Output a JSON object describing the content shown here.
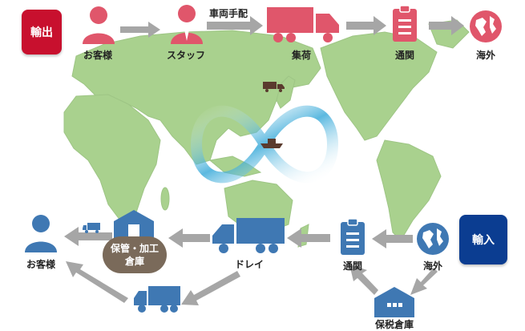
{
  "export": {
    "badge": "輸出",
    "color": "#c8102e",
    "steps": [
      "お客様",
      "スタッフ",
      "集荷",
      "通関",
      "海外"
    ],
    "arrow_note": "車両手配"
  },
  "import": {
    "badge": "輸入",
    "color": "#0b3d91",
    "steps": [
      "海外",
      "通関",
      "保税倉庫",
      "ドレイ",
      "お客様"
    ],
    "warehouse_line1": "保管・加工",
    "warehouse_line2": "倉庫"
  },
  "colors": {
    "export_icon": "#e0566b",
    "import_icon": "#3f78b3",
    "map_land": "#a9d18e",
    "arrow": "#a6a6a6",
    "ship": "#5a3b2e"
  },
  "icons": [
    "person-icon",
    "staff-icon",
    "truck-icon",
    "clipboard-icon",
    "globe-icon",
    "warehouse-icon",
    "ship-icon"
  ]
}
